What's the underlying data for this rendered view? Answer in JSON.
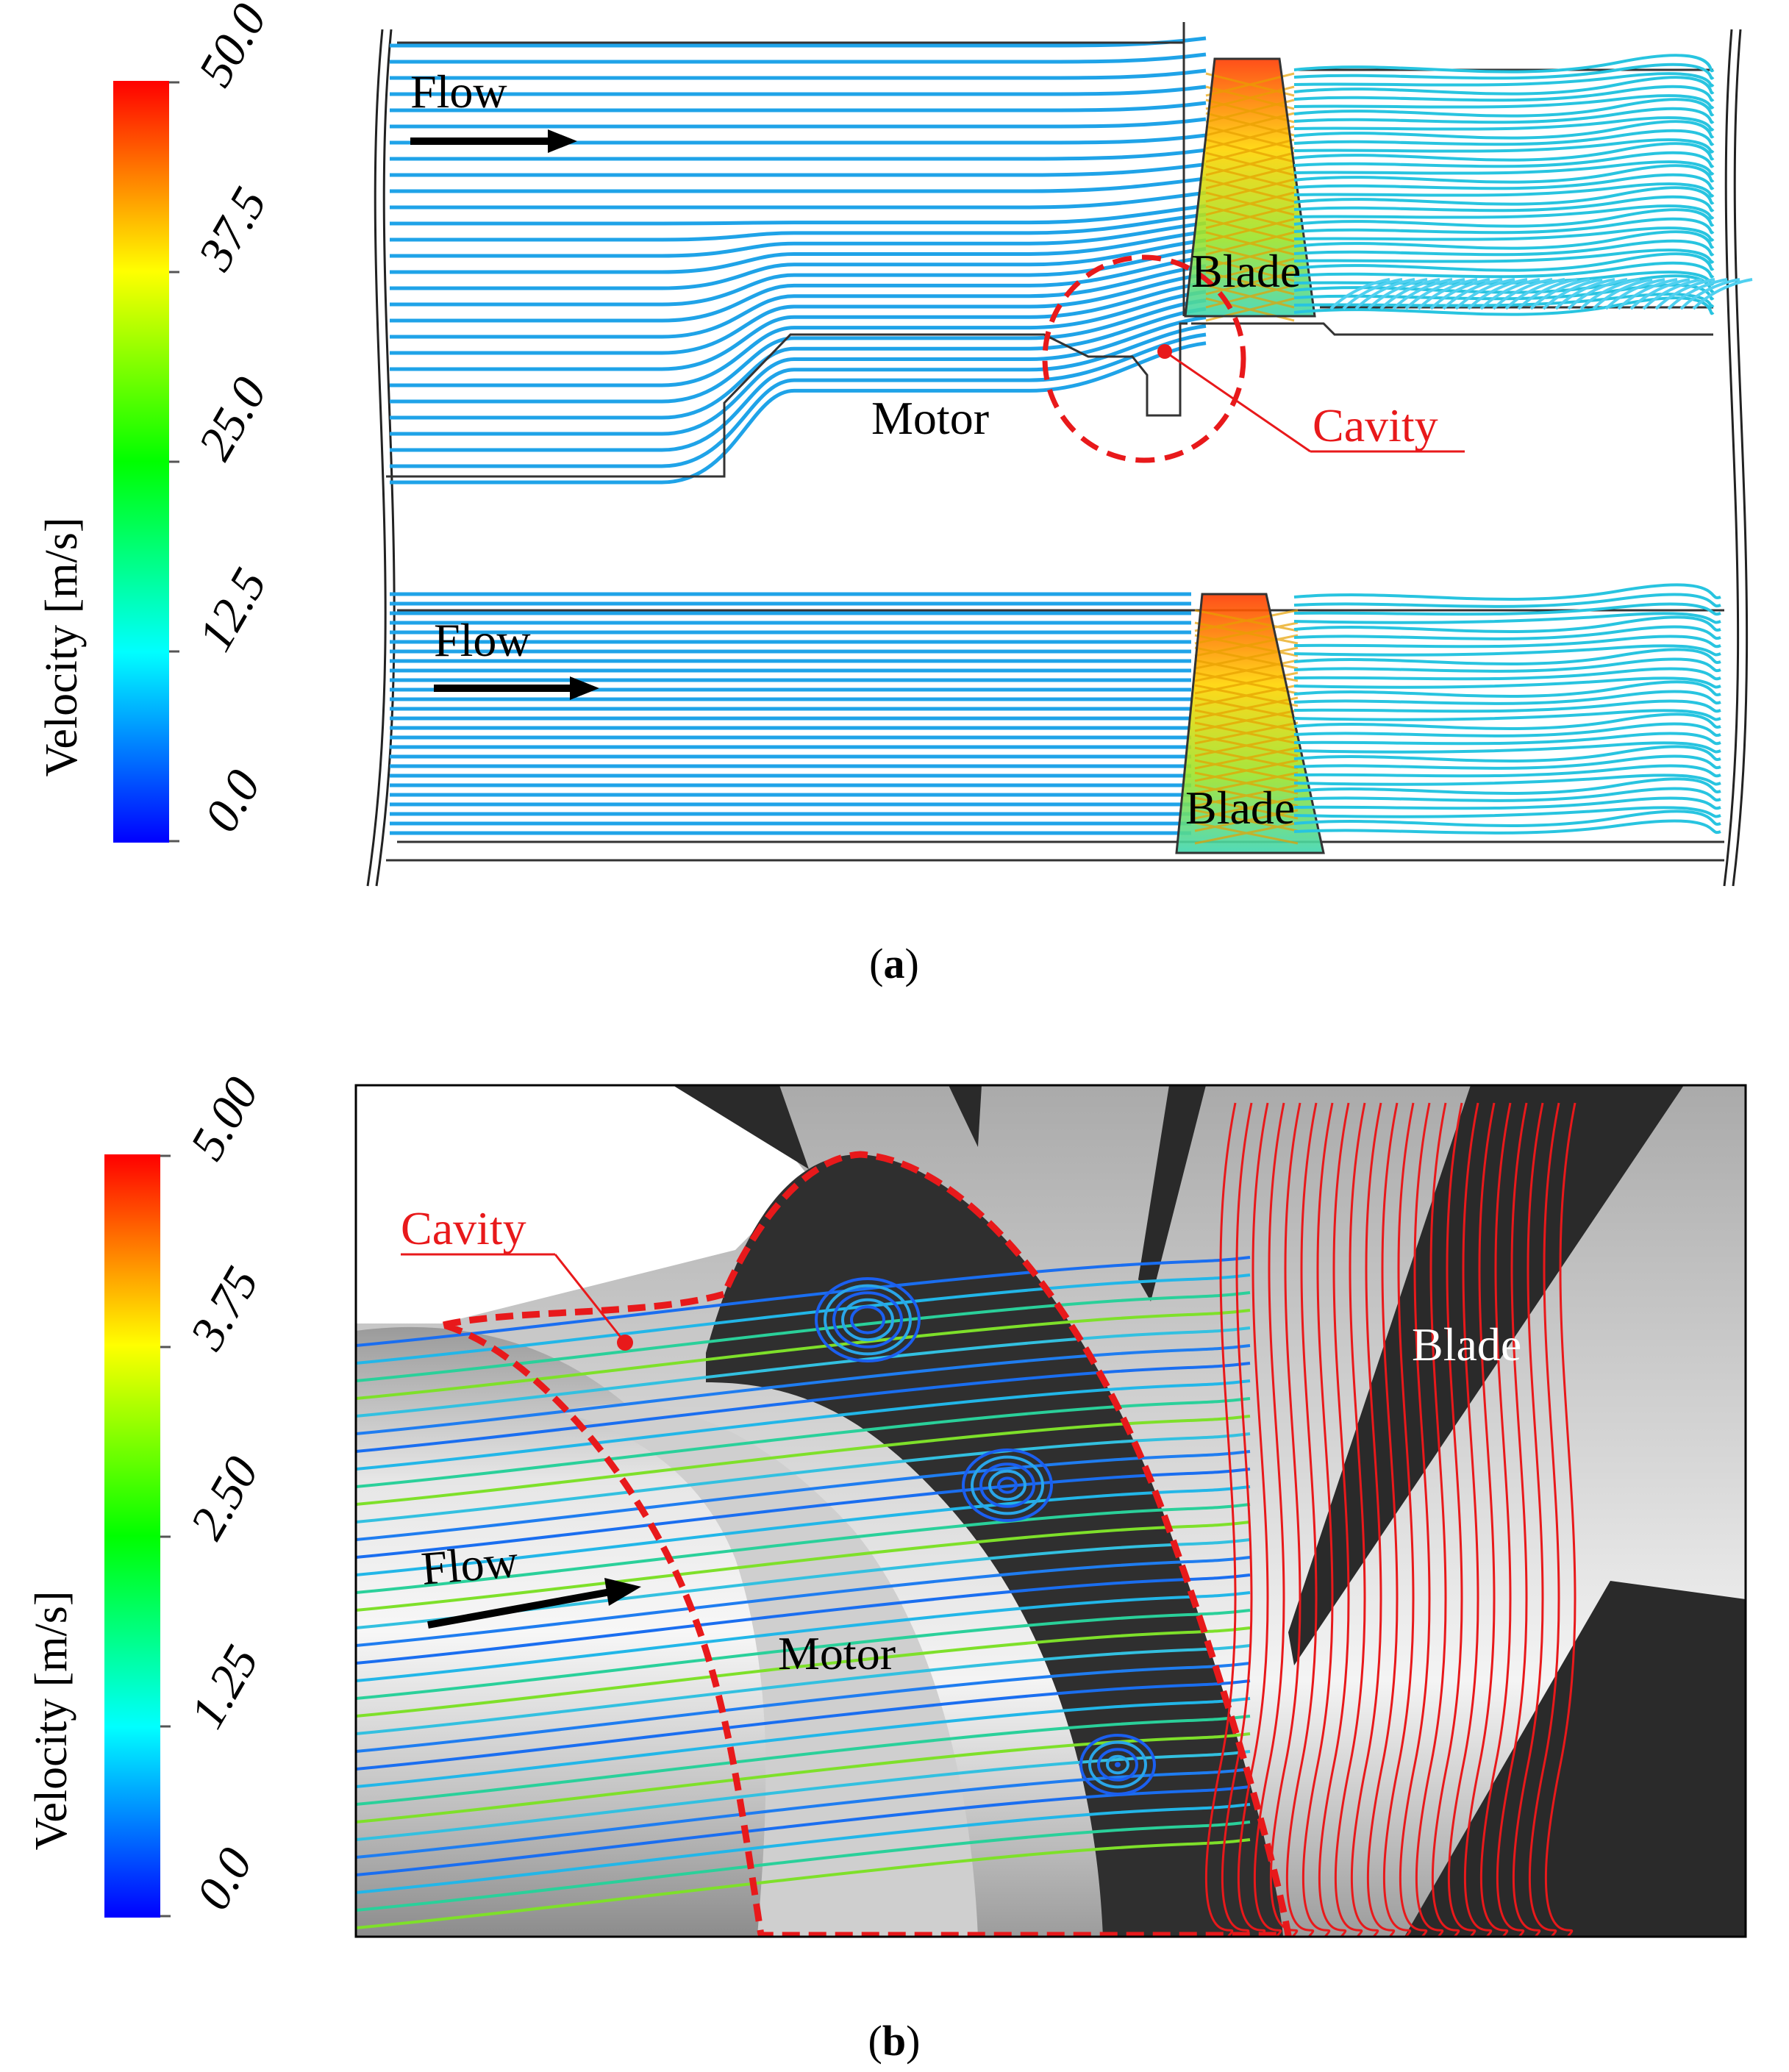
{
  "panel_a": {
    "colorbar": {
      "title": "Velocity [m/s]",
      "ticks": [
        "0.0",
        "12.5",
        "25.0",
        "37.5",
        "50.0"
      ],
      "colors": [
        "#0000ff",
        "#00ffff",
        "#00ff00",
        "#ffff00",
        "#ff0000"
      ]
    },
    "labels": {
      "flow_top": "Flow",
      "flow_bottom": "Flow",
      "blade_top": "Blade",
      "blade_bottom": "Blade",
      "motor": "Motor",
      "cavity": "Cavity"
    },
    "caption_letter": "a"
  },
  "panel_b": {
    "colorbar": {
      "title": "Velocity [m/s]",
      "ticks": [
        "0.0",
        "1.25",
        "2.50",
        "3.75",
        "5.00"
      ],
      "colors": [
        "#0000ff",
        "#00ffff",
        "#00ff00",
        "#ffff00",
        "#ff0000"
      ]
    },
    "labels": {
      "cavity": "Cavity",
      "flow": "Flow",
      "motor": "Motor",
      "blade": "Blade"
    },
    "caption_letter": "b"
  },
  "colors": {
    "streamline_blue": "#1fa3e8",
    "annotation_red": "#e8191b",
    "dark_blade": "#2a2a2a",
    "gray_surface": "#bdbdbd"
  }
}
